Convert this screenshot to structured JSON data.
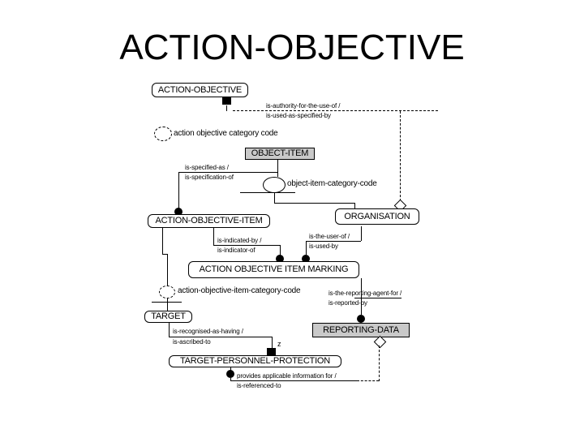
{
  "slide": {
    "title": "ACTION-OBJECTIVE"
  },
  "colors": {
    "background": "#ffffff",
    "line": "#000000",
    "entity_fill": "#ffffff",
    "shared_entity_fill": "#c9c9c9"
  },
  "entities": {
    "action_objective": {
      "label": "ACTION-OBJECTIVE",
      "style": "rounded-white"
    },
    "object_item": {
      "label": "OBJECT-ITEM",
      "style": "gray"
    },
    "action_objective_item": {
      "label": "ACTION-OBJECTIVE-ITEM",
      "style": "rounded-white"
    },
    "organisation": {
      "label": "ORGANISATION",
      "style": "rounded-white"
    },
    "action_objective_item_marking": {
      "label": "ACTION OBJECTIVE ITEM MARKING",
      "style": "rounded-white"
    },
    "target": {
      "label": "TARGET",
      "style": "rounded-white"
    },
    "reporting_data": {
      "label": "REPORTING-DATA",
      "style": "gray"
    },
    "target_personnel_protection": {
      "label": "TARGET-PERSONNEL-PROTECTION",
      "style": "rounded-white"
    }
  },
  "attributes": {
    "action_objective_category_code": {
      "label": "action objective category code"
    },
    "object_item_category_code": {
      "label": "object-item-category-code"
    },
    "action_objective_item_category_code": {
      "label": "action-objective-item-category-code"
    }
  },
  "relationships": {
    "authority": {
      "forward": "is-authority-for-the-use-of /",
      "inverse": "is-used-as-specified-by"
    },
    "specified": {
      "forward": "is-specified-as /",
      "inverse": "is-specification-of"
    },
    "indicated": {
      "forward": "is-indicated-by /",
      "inverse": "is-indicator-of"
    },
    "user": {
      "forward": "is-the-user-of /",
      "inverse": "is-used-by"
    },
    "reporting_agent": {
      "forward": "is-the-reporting-agent-for /",
      "inverse": "is-reported-by"
    },
    "recognised": {
      "forward": "is-recognised-as-having /",
      "inverse": "is-ascribed-to"
    },
    "provides": {
      "forward": "provides applicable information for /",
      "inverse": "is-referenced-to"
    }
  },
  "connector_labels": {
    "z": "z"
  }
}
